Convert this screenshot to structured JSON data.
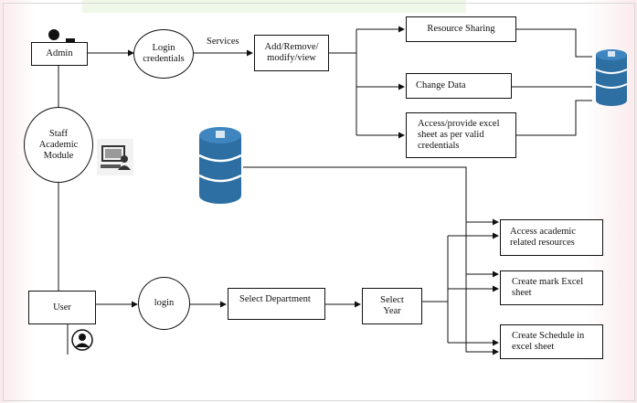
{
  "nodes": {
    "admin": "Admin",
    "login_credentials": "Login\ncredentials",
    "services_label": "Services",
    "add_remove": "Add/Remove/\nmodify/view",
    "resource_sharing": "Resource Sharing",
    "change_data": "Change Data",
    "access_excel": "Access/provide excel\nsheet as per valid\ncredentials",
    "staff_module": "Staff\nAcademic\nModule",
    "user": "User",
    "login": "login",
    "select_department": "Select Department",
    "select_year": "Select\nYear",
    "access_academic": "Access academic\nrelated resources",
    "create_mark": "Create mark Excel\nsheet",
    "create_schedule": "Create Schedule in\nexcel sheet"
  },
  "icons": [
    "admin-person-icon",
    "database-icon",
    "computer-user-icon",
    "user-avatar-icon"
  ],
  "colors": {
    "database": "#2e6fa3",
    "database_dark": "#1d4f78",
    "tint_green": "#eaf6e4",
    "tint_pink": "#fbe9ec"
  }
}
